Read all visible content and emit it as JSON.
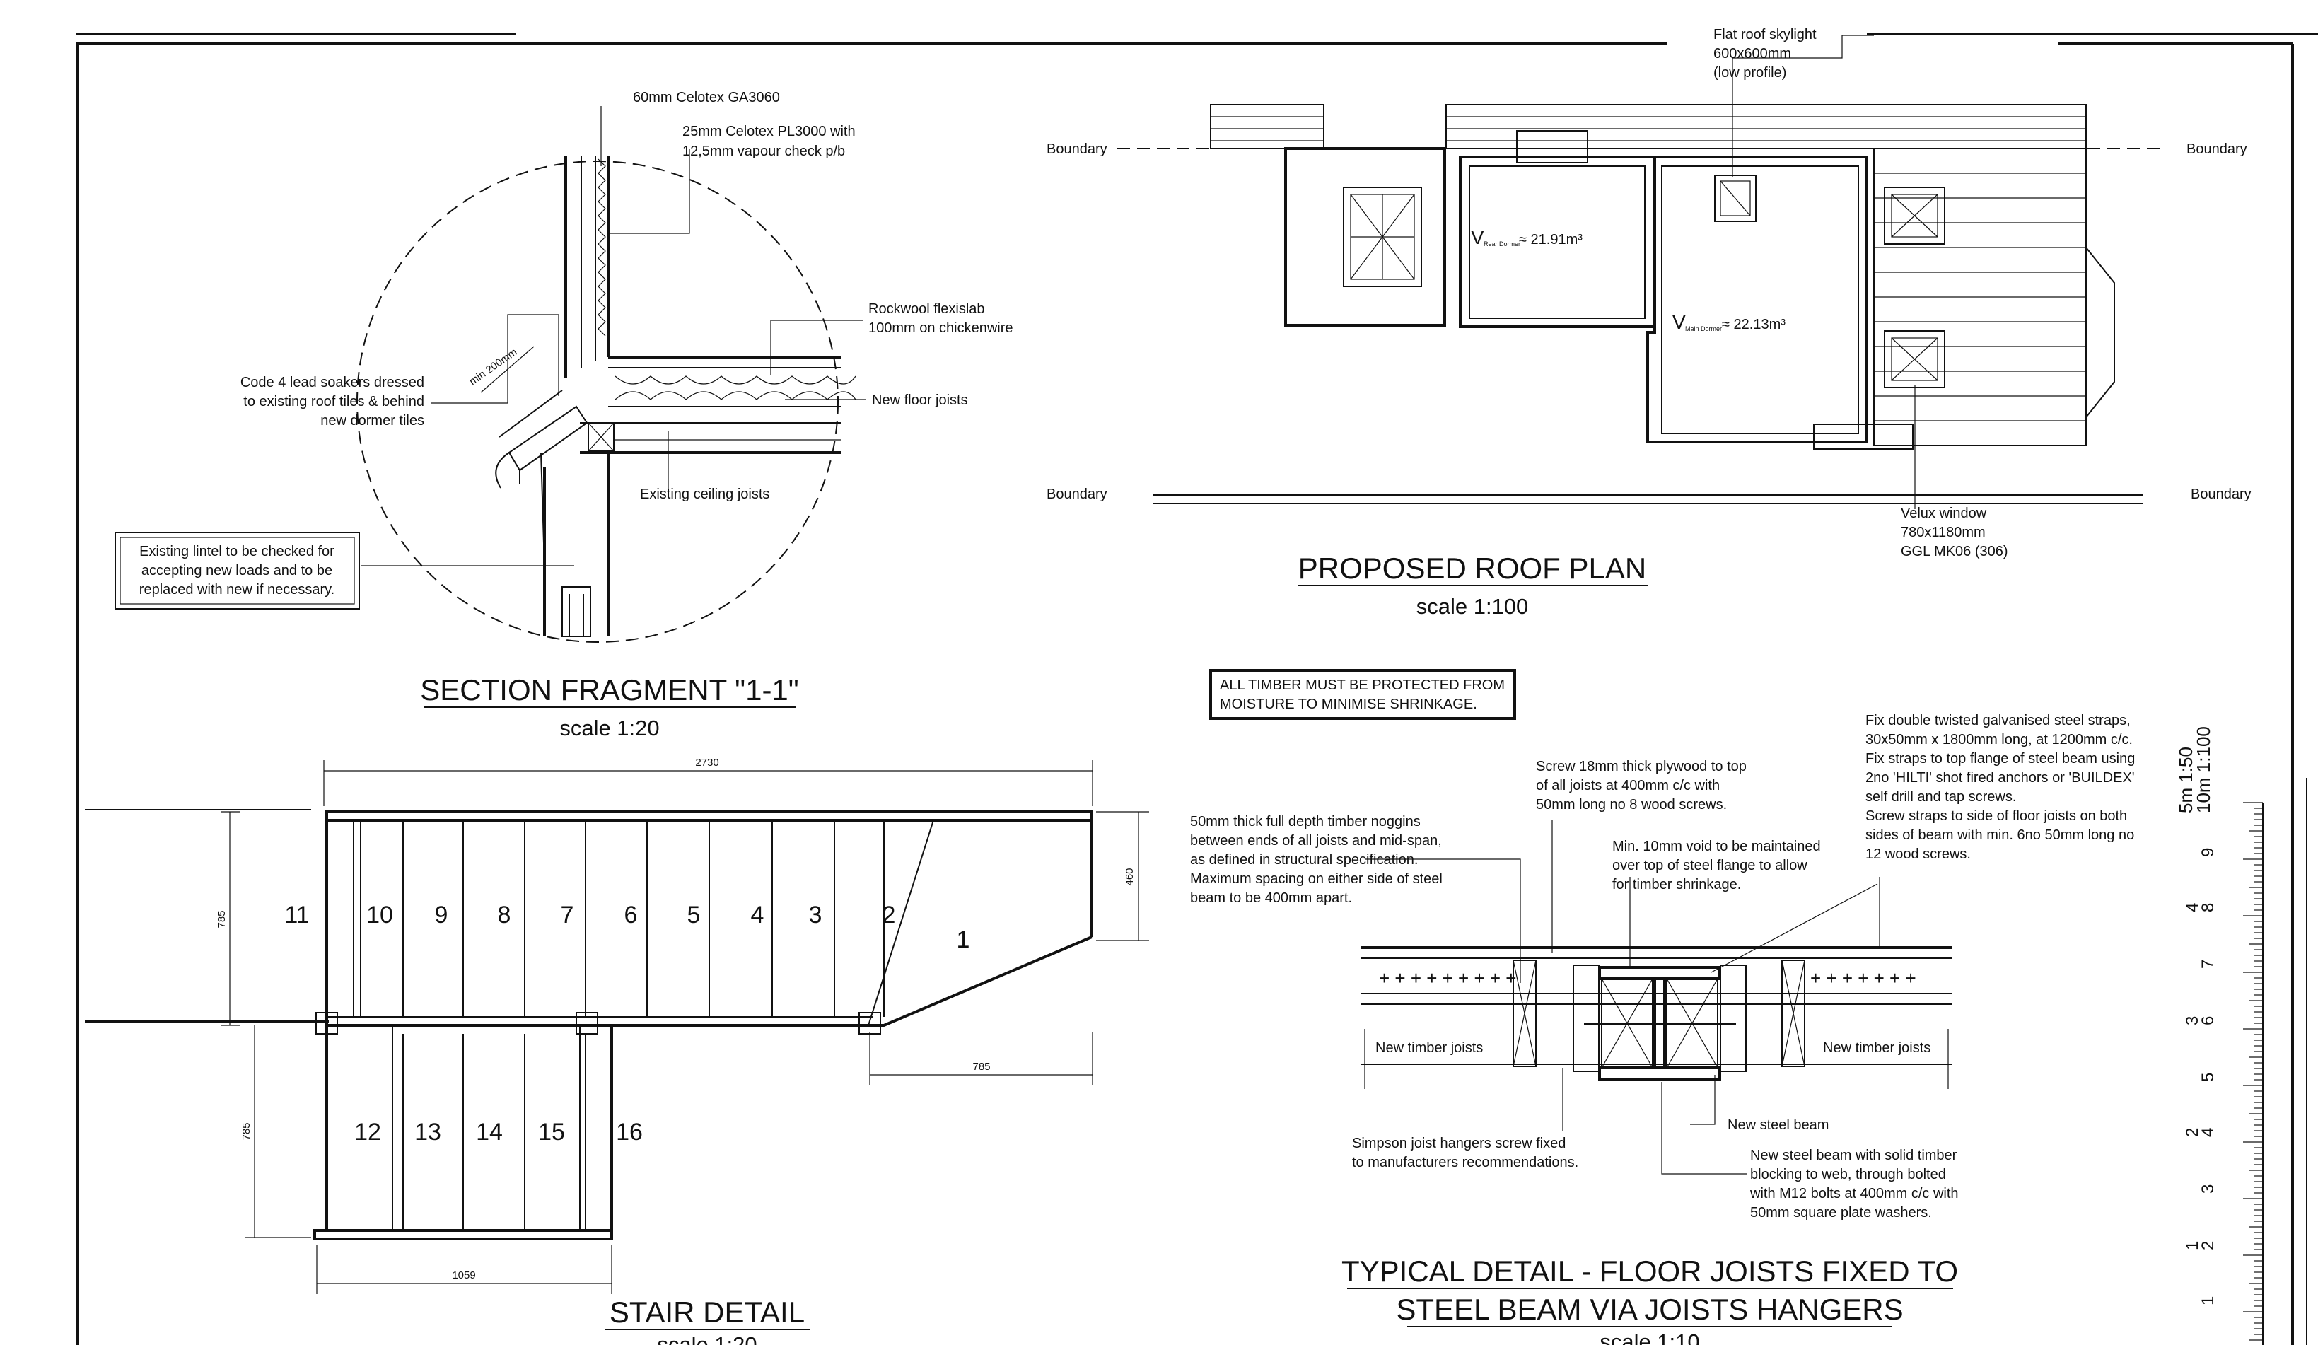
{
  "section": {
    "title": "SECTION FRAGMENT \"1-1\"",
    "scale": "scale 1:20",
    "notes": {
      "celotex_ga": "60mm Celotex GA3060",
      "celotex_pl_1": "25mm Celotex PL3000 with",
      "celotex_pl_2": "12,5mm vapour check p/b",
      "rockwool_1": "Rockwool flexislab",
      "rockwool_2": "100mm on chickenwire",
      "lead_1": "Code 4 lead soakers dressed",
      "lead_2": "to existing roof tiles & behind",
      "lead_3": "new dormer tiles",
      "min_200": "min 200mm",
      "floor_joists": "New floor joists",
      "ceiling_joists": "Existing ceiling joists",
      "lintel_1": "Existing lintel to be checked for",
      "lintel_2": "accepting new loads and to be",
      "lintel_3": "replaced with new if necessary."
    }
  },
  "roof_plan": {
    "title": "PROPOSED  ROOF  PLAN",
    "scale": "scale 1:100",
    "boundary": "Boundary",
    "skylight_1": "Flat roof skylight",
    "skylight_2": "600x600mm",
    "skylight_3": "(low profile)",
    "rear_dormer_v": "V",
    "rear_dormer_sub": "Rear Dormer",
    "rear_dormer_val": "≈ 21.91m³",
    "main_dormer_v": "V",
    "main_dormer_sub": "Main Dormer",
    "main_dormer_val": "≈ 22.13m³",
    "velux_1": "Velux window",
    "velux_2": "780x1180mm",
    "velux_3": "GGL MK06 (306)"
  },
  "stair": {
    "title": "STAIR  DETAIL",
    "scale": "scale 1:20",
    "dims": {
      "top": "2730",
      "right": "460",
      "left_upper": "785",
      "left_lower": "785",
      "landing": "785",
      "bottom": "1059"
    },
    "treads_upper": [
      "11",
      "10",
      "9",
      "8",
      "7",
      "6",
      "5",
      "4",
      "3",
      "2",
      "1"
    ],
    "treads_lower": [
      "12",
      "13",
      "14",
      "15",
      "16"
    ]
  },
  "timber_note": {
    "line1": "ALL TIMBER MUST BE PROTECTED FROM",
    "line2": "MOISTURE TO MINIMISE SHRINKAGE."
  },
  "joist_detail": {
    "title_1": "TYPICAL DETAIL - FLOOR JOISTS FIXED TO",
    "title_2": "STEEL BEAM VIA JOISTS HANGERS",
    "scale": "scale 1:10",
    "noggins": [
      "50mm thick full depth timber noggins",
      "between ends of all joists and mid-span,",
      "as defined in structural specification.",
      "Maximum spacing on either side of steel",
      "beam to be 400mm apart."
    ],
    "plywood": [
      "Screw 18mm thick plywood to top",
      "of all joists at 400mm c/c with",
      "50mm long no 8 wood screws."
    ],
    "void": [
      "Min. 10mm void to be maintained",
      "over top of steel flange to allow",
      "for timber shrinkage."
    ],
    "straps": [
      "Fix double twisted galvanised steel straps,",
      "30x50mm x 1800mm long, at 1200mm c/c.",
      "Fix straps to top flange of steel beam using",
      "2no 'HILTI' shot fired anchors or 'BUILDEX'",
      "self drill and tap screws.",
      "Screw straps to side of floor joists on both",
      "sides of beam with min. 6no 50mm long no",
      "12 wood screws."
    ],
    "new_joists_left": "New timber joists",
    "new_joists_right": "New timber joists",
    "simpson": [
      "Simpson joist hangers screw fixed",
      "to manufacturers recommendations."
    ],
    "steel_beam": "New steel beam",
    "blocking": [
      "New steel beam with solid timber",
      "blocking to web, through bolted",
      "with M12 bolts at 400mm c/c with",
      "50mm square plate washers."
    ]
  },
  "scale_bar": {
    "label_1_50": "5m 1:50",
    "label_1_100": "10m 1:100",
    "ticks_50": [
      "5",
      "4",
      "3",
      "2",
      "1"
    ],
    "ticks_100": [
      "9",
      "8",
      "7",
      "6",
      "5",
      "4",
      "3",
      "2",
      "1"
    ]
  }
}
